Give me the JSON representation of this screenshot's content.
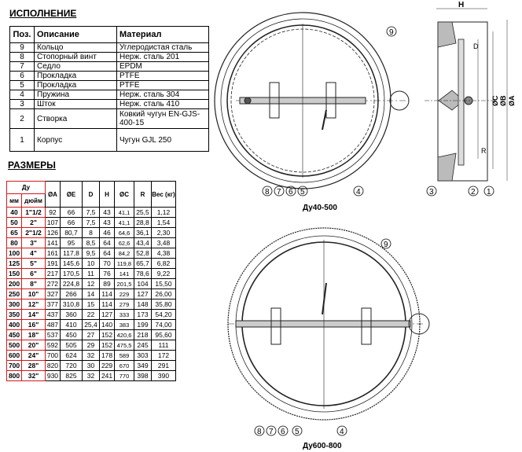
{
  "parts_section": {
    "title": "ИСПОЛНЕНИЕ",
    "headers": [
      "Поз.",
      "Описание",
      "Материал"
    ],
    "rows": [
      [
        "9",
        "Кольцо",
        "Углеродистая сталь"
      ],
      [
        "8",
        "Стопорный винт",
        "Нерж. сталь 201"
      ],
      [
        "7",
        "Седло",
        "EPDM"
      ],
      [
        "6",
        "Прокладка",
        "PTFE"
      ],
      [
        "5",
        "Прокладка",
        "PTFE"
      ],
      [
        "4",
        "Пружина",
        "Нерж. сталь 304"
      ],
      [
        "3",
        "Шток",
        "Нерж. сталь 410"
      ],
      [
        "2",
        "Створка",
        "Ковкий чугун EN-GJS-400-15"
      ],
      [
        "1",
        "Корпус",
        "Чугун GJL 250"
      ]
    ]
  },
  "dims_section": {
    "title": "РАЗМЕРЫ",
    "group_header": "Ду",
    "sub_headers": [
      "мм",
      "дюйм"
    ],
    "headers": [
      "ØA",
      "ØE",
      "D",
      "H",
      "ØC",
      "R",
      "Вес (кг)"
    ],
    "rows": [
      [
        "40",
        "1\"1/2",
        "92",
        "66",
        "7,5",
        "43",
        "41,1",
        "25,5",
        "1,12"
      ],
      [
        "50",
        "2\"",
        "107",
        "66",
        "7,5",
        "43",
        "41,1",
        "28,8",
        "1,54"
      ],
      [
        "65",
        "2\"1/2",
        "126",
        "80,7",
        "8",
        "46",
        "64,6",
        "36,1",
        "2,30"
      ],
      [
        "80",
        "3\"",
        "141",
        "95",
        "8,5",
        "64",
        "62,6",
        "43,4",
        "3,48"
      ],
      [
        "100",
        "4\"",
        "161",
        "117,8",
        "9,5",
        "64",
        "84,2",
        "52,8",
        "4,38"
      ],
      [
        "125",
        "5\"",
        "191",
        "145,6",
        "10",
        "70",
        "119,8",
        "65,7",
        "6,82"
      ],
      [
        "150",
        "6\"",
        "217",
        "170,5",
        "11",
        "76",
        "141",
        "78,6",
        "9,22"
      ],
      [
        "200",
        "8\"",
        "272",
        "224,8",
        "12",
        "89",
        "201,5",
        "104",
        "15,50"
      ],
      [
        "250",
        "10\"",
        "327",
        "266",
        "14",
        "114",
        "229",
        "127",
        "26,00"
      ],
      [
        "300",
        "12\"",
        "377",
        "310,8",
        "15",
        "114",
        "279",
        "148",
        "35,80"
      ],
      [
        "350",
        "14\"",
        "437",
        "360",
        "22",
        "127",
        "333",
        "173",
        "54,20"
      ],
      [
        "400",
        "16\"",
        "487",
        "410",
        "25,4",
        "140",
        "383",
        "199",
        "74,00"
      ],
      [
        "450",
        "18\"",
        "537",
        "450",
        "27",
        "152",
        "420,6",
        "218",
        "95,60"
      ],
      [
        "500",
        "20\"",
        "592",
        "505",
        "29",
        "152",
        "475,5",
        "245",
        "111"
      ],
      [
        "600",
        "24\"",
        "700",
        "624",
        "32",
        "178",
        "589",
        "303",
        "172"
      ],
      [
        "700",
        "28\"",
        "820",
        "720",
        "30",
        "229",
        "670",
        "349",
        "291"
      ],
      [
        "800",
        "32\"",
        "930",
        "825",
        "32",
        "241",
        "770",
        "398",
        "390"
      ]
    ]
  },
  "drawings": {
    "small_caption": "Ду40-500",
    "large_caption": "Ду600-800",
    "callouts_small": [
      "8",
      "7",
      "6",
      "5",
      "4",
      "9"
    ],
    "callouts_large": [
      "8",
      "7",
      "6",
      "5",
      "4",
      "9"
    ],
    "side_callouts": [
      "3",
      "2",
      "1"
    ],
    "side_dims": {
      "h": "H",
      "d": "D",
      "c": "ØC",
      "b": "ØB",
      "a": "ØA",
      "r": "R"
    }
  }
}
